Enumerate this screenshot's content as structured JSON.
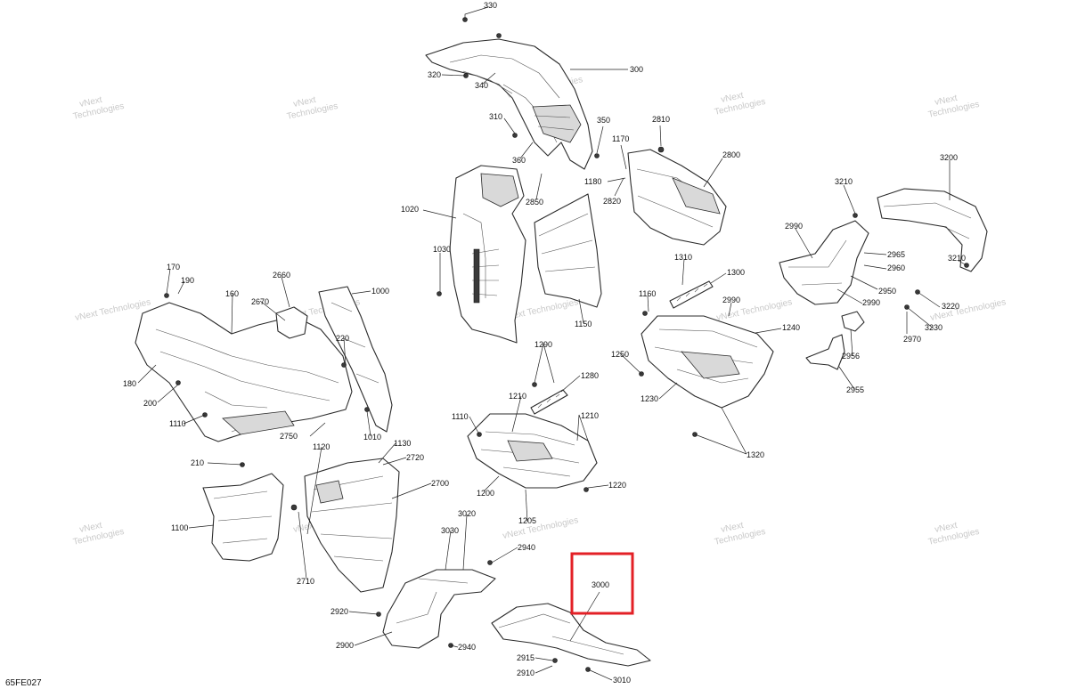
{
  "diagram": {
    "reference_code": "65FE027",
    "highlighted_part": "3000",
    "highlight_color": "#e32026",
    "watermark_line1": "vNext",
    "watermark_line2": "Technologies",
    "watermark_full": "vNext Technologies",
    "callouts": {
      "c330": "330",
      "c300": "300",
      "c320": "320",
      "c340": "340",
      "c310": "310",
      "c350": "350",
      "c360": "360",
      "c2810": "2810",
      "c1170": "1170",
      "c2800": "2800",
      "c1180": "1180",
      "c2820": "2820",
      "c2850": "2850",
      "c3200": "3200",
      "c3210a": "3210",
      "c3210b": "3210",
      "c1020": "1020",
      "c2990a": "2990",
      "c2965": "2965",
      "c2960": "2960",
      "c1030": "1030",
      "c1310": "1310",
      "c1300": "1300",
      "c2950": "2950",
      "c2990b": "2990",
      "c2990c": "2990",
      "c3220": "3220",
      "c3230": "3230",
      "c2970": "2970",
      "c170": "170",
      "c190": "190",
      "c2660": "2660",
      "c1000": "1000",
      "c160": "160",
      "c2670": "2670",
      "c1160": "1160",
      "c1150": "1150",
      "c1240": "1240",
      "c2956": "2956",
      "c220": "220",
      "c1290": "1290",
      "c180": "180",
      "c1250": "1250",
      "c2955": "2955",
      "c1280": "1280",
      "c200": "200",
      "c1210a": "1210",
      "c1230": "1230",
      "c1110a": "1110",
      "c1110b": "1110",
      "c1210b": "1210",
      "c2750": "2750",
      "c1010": "1010",
      "c1120": "1120",
      "c1130": "1130",
      "c1320": "1320",
      "c2720": "2720",
      "c210": "210",
      "c2700": "2700",
      "c1200": "1200",
      "c1220": "1220",
      "c3020": "3020",
      "c1205": "1205",
      "c1100": "1100",
      "c3030": "3030",
      "c2940a": "2940",
      "c2710": "2710",
      "c3000": "3000",
      "c2920": "2920",
      "c2900": "2900",
      "c2940b": "2940",
      "c2915": "2915",
      "c2910": "2910",
      "c3010": "3010"
    }
  }
}
